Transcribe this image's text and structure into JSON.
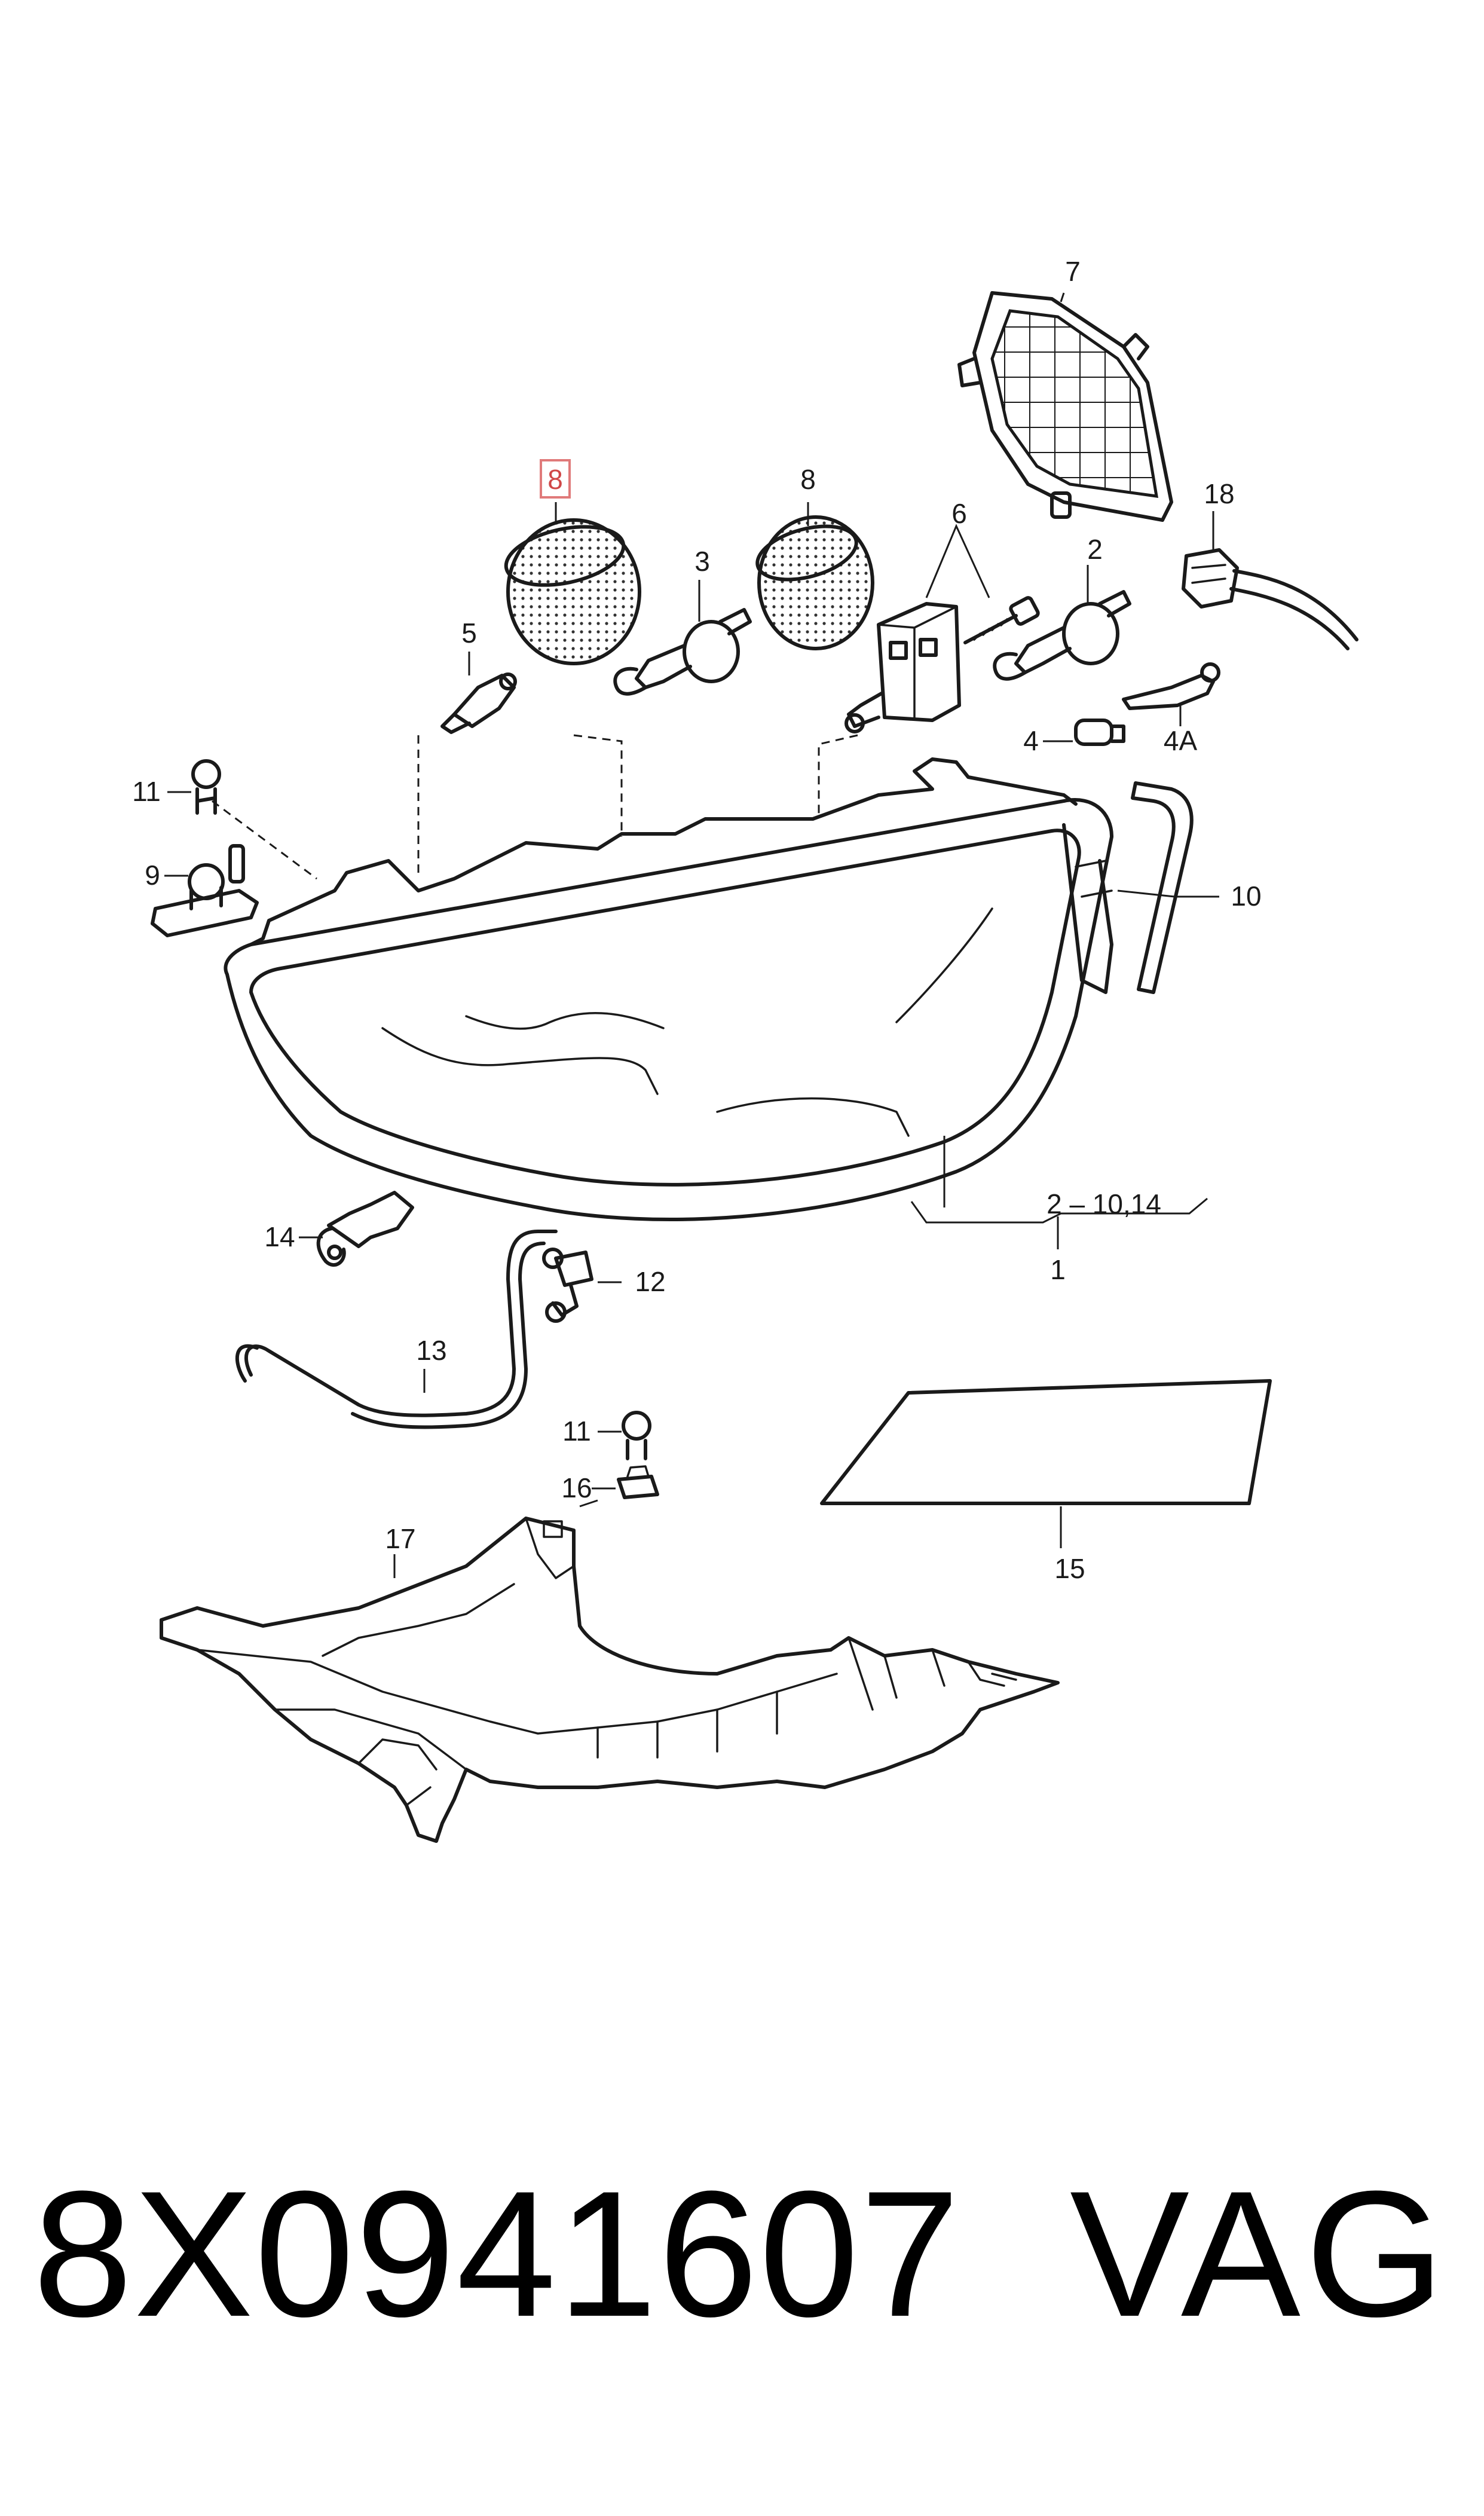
{
  "callouts": {
    "p1": "1",
    "p2": "2",
    "p3": "3",
    "p4": "4",
    "p4a": "4A",
    "p5": "5",
    "p6": "6",
    "p7": "7",
    "p8_highlight": "8",
    "p8": "8",
    "p9": "9",
    "p10": "10",
    "p11a": "11",
    "p11b": "11",
    "p12": "12",
    "p13": "13",
    "p14": "14",
    "p15": "15",
    "p16": "16",
    "p17": "17",
    "p18": "18",
    "range": "2 – 10,14"
  },
  "caption": {
    "part_number": "8X0941607",
    "brand": "VAG"
  },
  "colors": {
    "line": "#1a1a1a",
    "highlight": "#e07a7a"
  }
}
